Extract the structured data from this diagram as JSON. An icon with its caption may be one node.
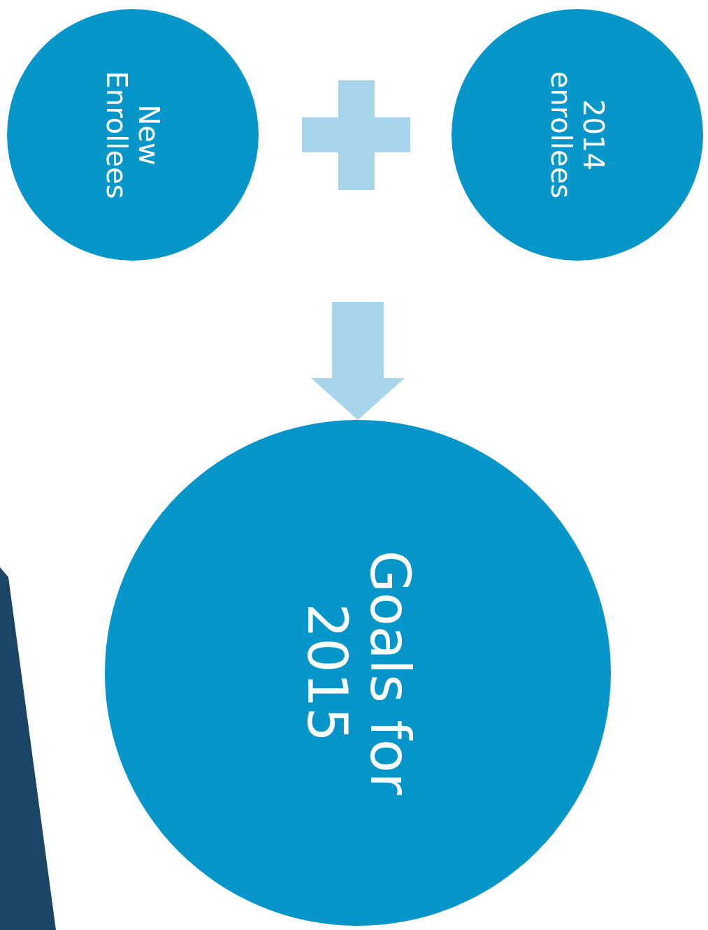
{
  "diagram": {
    "nodes": [
      {
        "text": [
          "New Enrollees"
        ]
      },
      {
        "text": [
          "2014 enrollees"
        ]
      },
      {
        "text": [
          "Goals for 2015"
        ]
      }
    ],
    "edges": [
      {
        "from": null,
        "to": 2,
        "arrow": "to"
      }
    ]
  }
}
